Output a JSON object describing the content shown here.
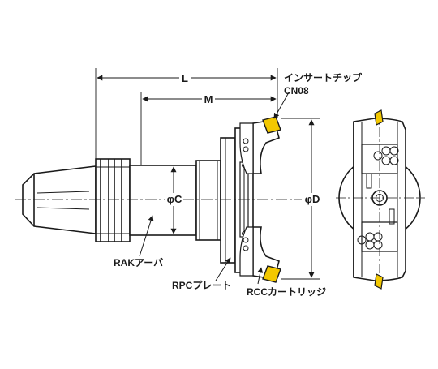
{
  "labels": {
    "L": "L",
    "M": "M",
    "phiC": "φC",
    "phiD": "φD",
    "insert_tip": "インサートチップ",
    "insert_code": "CN08",
    "arbor": "RAKアーバ",
    "plate": "RPCプレート",
    "cartridge": "RCCカートリッジ"
  },
  "colors": {
    "line": "#1a1a1a",
    "insert": "#f3c800",
    "background": "#ffffff"
  }
}
